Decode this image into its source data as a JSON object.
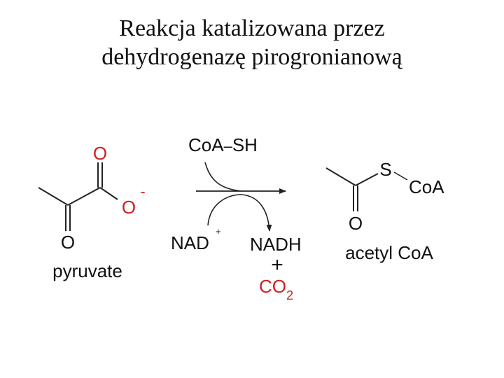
{
  "title": {
    "line1": "Reakcja katalizowana przez",
    "line2": "dehydrogenazę pirogronianową"
  },
  "colors": {
    "text": "#111111",
    "oxygen": "#d21e1e",
    "bond": "#222222"
  },
  "pyruvate": {
    "o_top": "O",
    "o_minus": "O",
    "charge": "-",
    "o_bottom": "O",
    "label": "pyruvate"
  },
  "reagents": {
    "coa_sh": "CoA",
    "coa_dash": "–",
    "coa_sh_end": "SH",
    "nad": "NAD",
    "nad_charge": "+",
    "nadh": "NADH",
    "plus": "+",
    "co2": "CO",
    "co2_sub": "2"
  },
  "acetyl_coa": {
    "s": "S",
    "coa": "CoA",
    "o": "O",
    "label": "acetyl CoA"
  }
}
